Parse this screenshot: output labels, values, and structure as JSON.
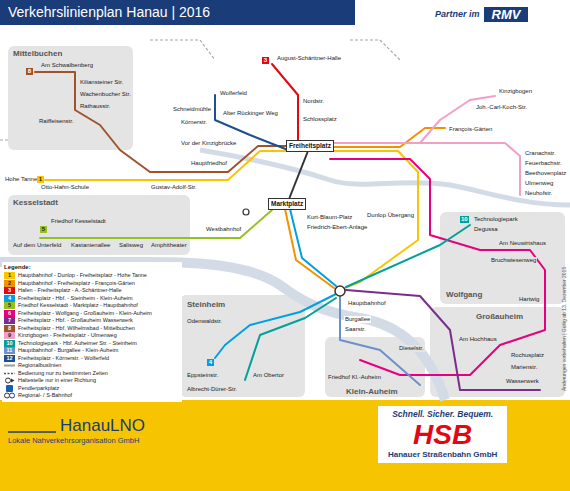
{
  "diagram": {
    "title": "Verkehrslinienplan Hanau | 2016",
    "nodes": [
      {
        "text": [
          "Partner im",
          "RMV"
        ]
      },
      {
        "text": [
          "Freiheitsplatz"
        ]
      },
      {
        "text": [
          "Marktplatz"
        ]
      },
      {
        "text": [
          "HanauLNO",
          "Lokale Nahverkehrsorganisation GmbH"
        ]
      },
      {
        "text": [
          "Schnell. Sicher. Bequem.",
          "HSB",
          "Hanauer Straßenbahn GmbH"
        ]
      }
    ],
    "edges": [
      {
        "from": 1,
        "to": 2,
        "arrow": "none"
      }
    ],
    "labels": [
      "Mittelbuchen",
      "8",
      "Am Schwalbenberg",
      "Kiliansteiner Str.",
      "Wachenbucher Str.",
      "Rathausstr.",
      "Raiffeisenstr.",
      "Wolferfeld",
      "Schneidmühle",
      "Körnerstr.",
      "Alter Rückinger Weg",
      "Vor der Kinzigbrücke",
      "3",
      "August-Schärttner-Halle",
      "Nordstr.",
      "Schlossplatz",
      "Hohe Tanne",
      "1",
      "Otto-Hahn-Schule",
      "Gustav-Adolf-Str.",
      "Hauptfriedhof",
      "Kesselstadt",
      "5",
      "Friedhof Kesselstadt",
      "Auf dem Unterfeld",
      "Kastanienallee",
      "Salisweg",
      "Amphitheater",
      "Westbahnhof",
      "Kurt-Blaum-Platz",
      "Friedrich-Ebert-Anlage",
      "Dunlop Übergang",
      "Hauptbahnhof",
      "Burgallee",
      "Saarstr.",
      "Technologiepark",
      "10",
      "Degussa",
      "Am Neuwirtshaus",
      "Bruchwiesenweg",
      "Hartwig",
      "Wolfgang",
      "Großauheim",
      "Am Hochhaus",
      "Rochusplatz",
      "Marienstr.",
      "Wasserwerk",
      "Klein-Auheim",
      "Friedhof Kl.-Auheim",
      "Dieselstr.",
      "Steinheim",
      "Odenwaldstr.",
      "Eppsteinstr.",
      "4",
      "Am Obertor",
      "Albrecht-Dürer-Str.",
      "Kinzigbogen",
      "Joh.-Carl-Koch-Str.",
      "François-Gärten",
      "Cranachstr.",
      "Feuerbachstr.",
      "Beethovenplatz",
      "Ulmenweg",
      "Neuhofstr.",
      "Legende:",
      "1",
      "2",
      "3",
      "4",
      "5",
      "6",
      "7",
      "8",
      "9",
      "10",
      "11",
      "12",
      "Änderungen vorbehalten | Gültig ab 13. Dezember 2015"
    ],
    "legend": [
      {
        "text": "Hauptbahnhof - Dunlop - Freiheitsplatz - Hohe Tanne",
        "color": "#f7c600"
      },
      {
        "text": "Hauptbahnhof - Freiheitsplatz - François-Gärten",
        "color": "#f39200"
      },
      {
        "text": "Hafen - Freiheitsplatz - A.-Schärttner-Halle",
        "color": "#e30613"
      },
      {
        "text": "Freiheitsplatz - Hbf. - Steinheim - Klein-Auheim",
        "color": "#009fe3"
      },
      {
        "text": "Friedhof Kesselstadt - Marktplatz - Hauptbahnhof",
        "color": "#95c11f"
      },
      {
        "text": "Freiheitsplatz - Wolfgang - Großauheim - Klein-Auheim",
        "color": "#e6007e"
      },
      {
        "text": "Freiheitsplatz - Hbf. - Großauheim Wasserwerk",
        "color": "#7b2d8e"
      },
      {
        "text": "Freiheitsplatz - Hbf. Wilhelmsbad - Mittelbuchen",
        "color": "#a0522d"
      },
      {
        "text": "Kinzigbogen - Freiheitsplatz - Ulmenweg",
        "color": "#f29fc5"
      },
      {
        "text": "Technologiepark - Hbf. Auheimer Str. - Steinheim",
        "color": "#00a19a"
      },
      {
        "text": "Hauptbahnhof - Burgallee - Klein-Auheim",
        "color": "#6d8fcb"
      },
      {
        "text": "Freiheitsplatz - Körnerstr. - Wolferfeld",
        "color": "#1d4f91"
      },
      {
        "text": "Regionalbuslinien"
      },
      {
        "text": "Bedienung nur zu bestimmten Zeiten"
      },
      {
        "text": "Haltestelle nur in einer Richtung"
      },
      {
        "text": "Pendlerparkplatz"
      },
      {
        "text": "Regional- / S-Bahnhof"
      }
    ]
  }
}
